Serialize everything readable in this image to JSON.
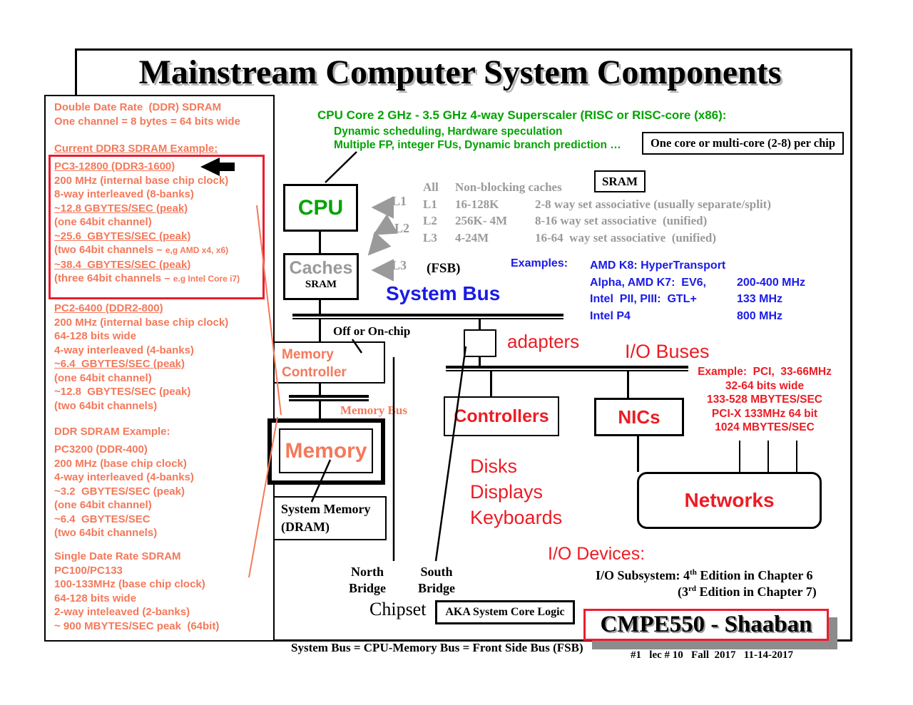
{
  "colors": {
    "salmon": "#F4795B",
    "green": "#00A400",
    "blue": "#1A1AE8",
    "red": "#EC1C24",
    "gray": "#9A9A9A",
    "highlight_box_red": "#EC1C24"
  },
  "title": "Mainstream Computer System Components",
  "sidebar": {
    "intro": [
      "Double Date Rate  (DDR) SDRAM",
      "One channel = 8 bytes = 64 bits wide"
    ],
    "ddr3_heading": "Current DDR3 SDRAM Example:",
    "ddr3": [
      "PC3-12800 (DDR3-1600)",
      "200 MHz (internal base chip clock)",
      "8-way interleaved (8-banks)",
      "~12.8 GBYTES/SEC (peak)",
      "(one 64bit channel)",
      "~25.6  GBYTES/SEC (peak)",
      "(two 64bit channels – ",
      "e,g AMD x4, x6)",
      "~38.4  GBYTES/SEC (peak)",
      "(three 64bit channels – ",
      "e.g Intel Core i7)"
    ],
    "pc2": [
      "PC2-6400 (DDR2-800)",
      "200 MHz (internal base chip clock)",
      "64-128 bits wide",
      "4-way interleaved (4-banks)",
      "~6.4  GBYTES/SEC (peak)",
      "(one 64bit channel)",
      "~12.8  GBYTES/SEC (peak)",
      "(two 64bit channels)"
    ],
    "ddr_heading": "DDR SDRAM Example:",
    "ddr": [
      "PC3200 (DDR-400)",
      "200 MHz (base chip clock)",
      "4-way interleaved (4-banks)",
      "~3.2  GBYTES/SEC (peak)",
      "(one 64bit channel)",
      "~6.4  GBYTES/SEC",
      "(two 64bit channels)"
    ],
    "sdr": [
      "Single Date Rate SDRAM",
      "PC100/PC133",
      "100-133MHz (base chip clock)",
      "64-128 bits wide",
      "2-way inteleaved (2-banks)",
      "~ 900 MBYTES/SEC peak  (64bit)"
    ]
  },
  "cpu_note": {
    "heading": "CPU Core 2 GHz - 3.5 GHz 4-way Superscaler (RISC or RISC-core (x86):",
    "line2": "Dynamic scheduling, Hardware speculation",
    "line3": "Multiple FP, integer FUs, Dynamic branch prediction …",
    "core_box": "One core or multi-core (2-8) per chip"
  },
  "boxes": {
    "cpu": "CPU",
    "caches": "Caches",
    "caches_sub": "SRAM",
    "sram": "SRAM",
    "memory_controller": [
      "Memory",
      "Controller"
    ],
    "memory": "Memory",
    "system_memory": [
      "System Memory",
      "(DRAM)"
    ],
    "controllers": "Controllers",
    "nics": "NICs",
    "networks": "Networks",
    "aka": "AKA System Core Logic"
  },
  "cache_table": {
    "rows": [
      {
        "l": "All",
        "s": "Non-blocking caches",
        "d": ""
      },
      {
        "l": "L1",
        "s": "16-128K",
        "d": "2-8 way set associative (usually separate/split)"
      },
      {
        "l": "L2",
        "s": "256K- 4M",
        "d": "8-16 way set associative  (unified)"
      },
      {
        "l": "L3",
        "s": "4-24M",
        "d": "16-64  way set associative  (unified)"
      }
    ],
    "arrows": [
      "L1",
      "L2",
      "L3"
    ]
  },
  "bus": {
    "fsb": "(FSB)",
    "system_bus": "System Bus",
    "examples_label": "Examples:",
    "examples": [
      {
        "l": "AMD K8: HyperTransport",
        "r": ""
      },
      {
        "l": "Alpha, AMD K7:  EV6,",
        "r": "200-400 MHz"
      },
      {
        "l": "Intel  PII, PIII:  GTL+",
        "r": "133 MHz"
      },
      {
        "l": "Intel P4",
        "r": "800 MHz"
      }
    ],
    "off_on_chip": "Off or On-chip",
    "memory_bus": "Memory Bus",
    "bottom_note": "System Bus = CPU-Memory Bus = Front Side Bus (FSB)"
  },
  "io": {
    "adapters": "adapters",
    "io_buses": "I/O Buses",
    "pci": [
      "Example:  PCI,  33-66MHz",
      "32-64 bits wide",
      "133-528 MBYTES/SEC",
      "PCI-X 133MHz 64 bit",
      "1024 MBYTES/SEC"
    ],
    "devices": [
      "Disks",
      "Displays",
      "Keyboards"
    ],
    "io_devices": "I/O Devices:"
  },
  "chipset": {
    "north": [
      "North",
      "Bridge"
    ],
    "south": [
      "South",
      "Bridge"
    ],
    "label": "Chipset",
    "sub1": {
      "pre": "I/O Subsystem: 4",
      "sup": "th",
      "post": " Edition in Chapter 6"
    },
    "sub2": {
      "pre": "(3",
      "sup": "rd",
      "post": " Edition in Chapter 7)"
    }
  },
  "footer": {
    "badge": "CMPE550 - Shaaban",
    "lecture": "#1   lec # 10   Fall  2017   11-14-2017"
  }
}
